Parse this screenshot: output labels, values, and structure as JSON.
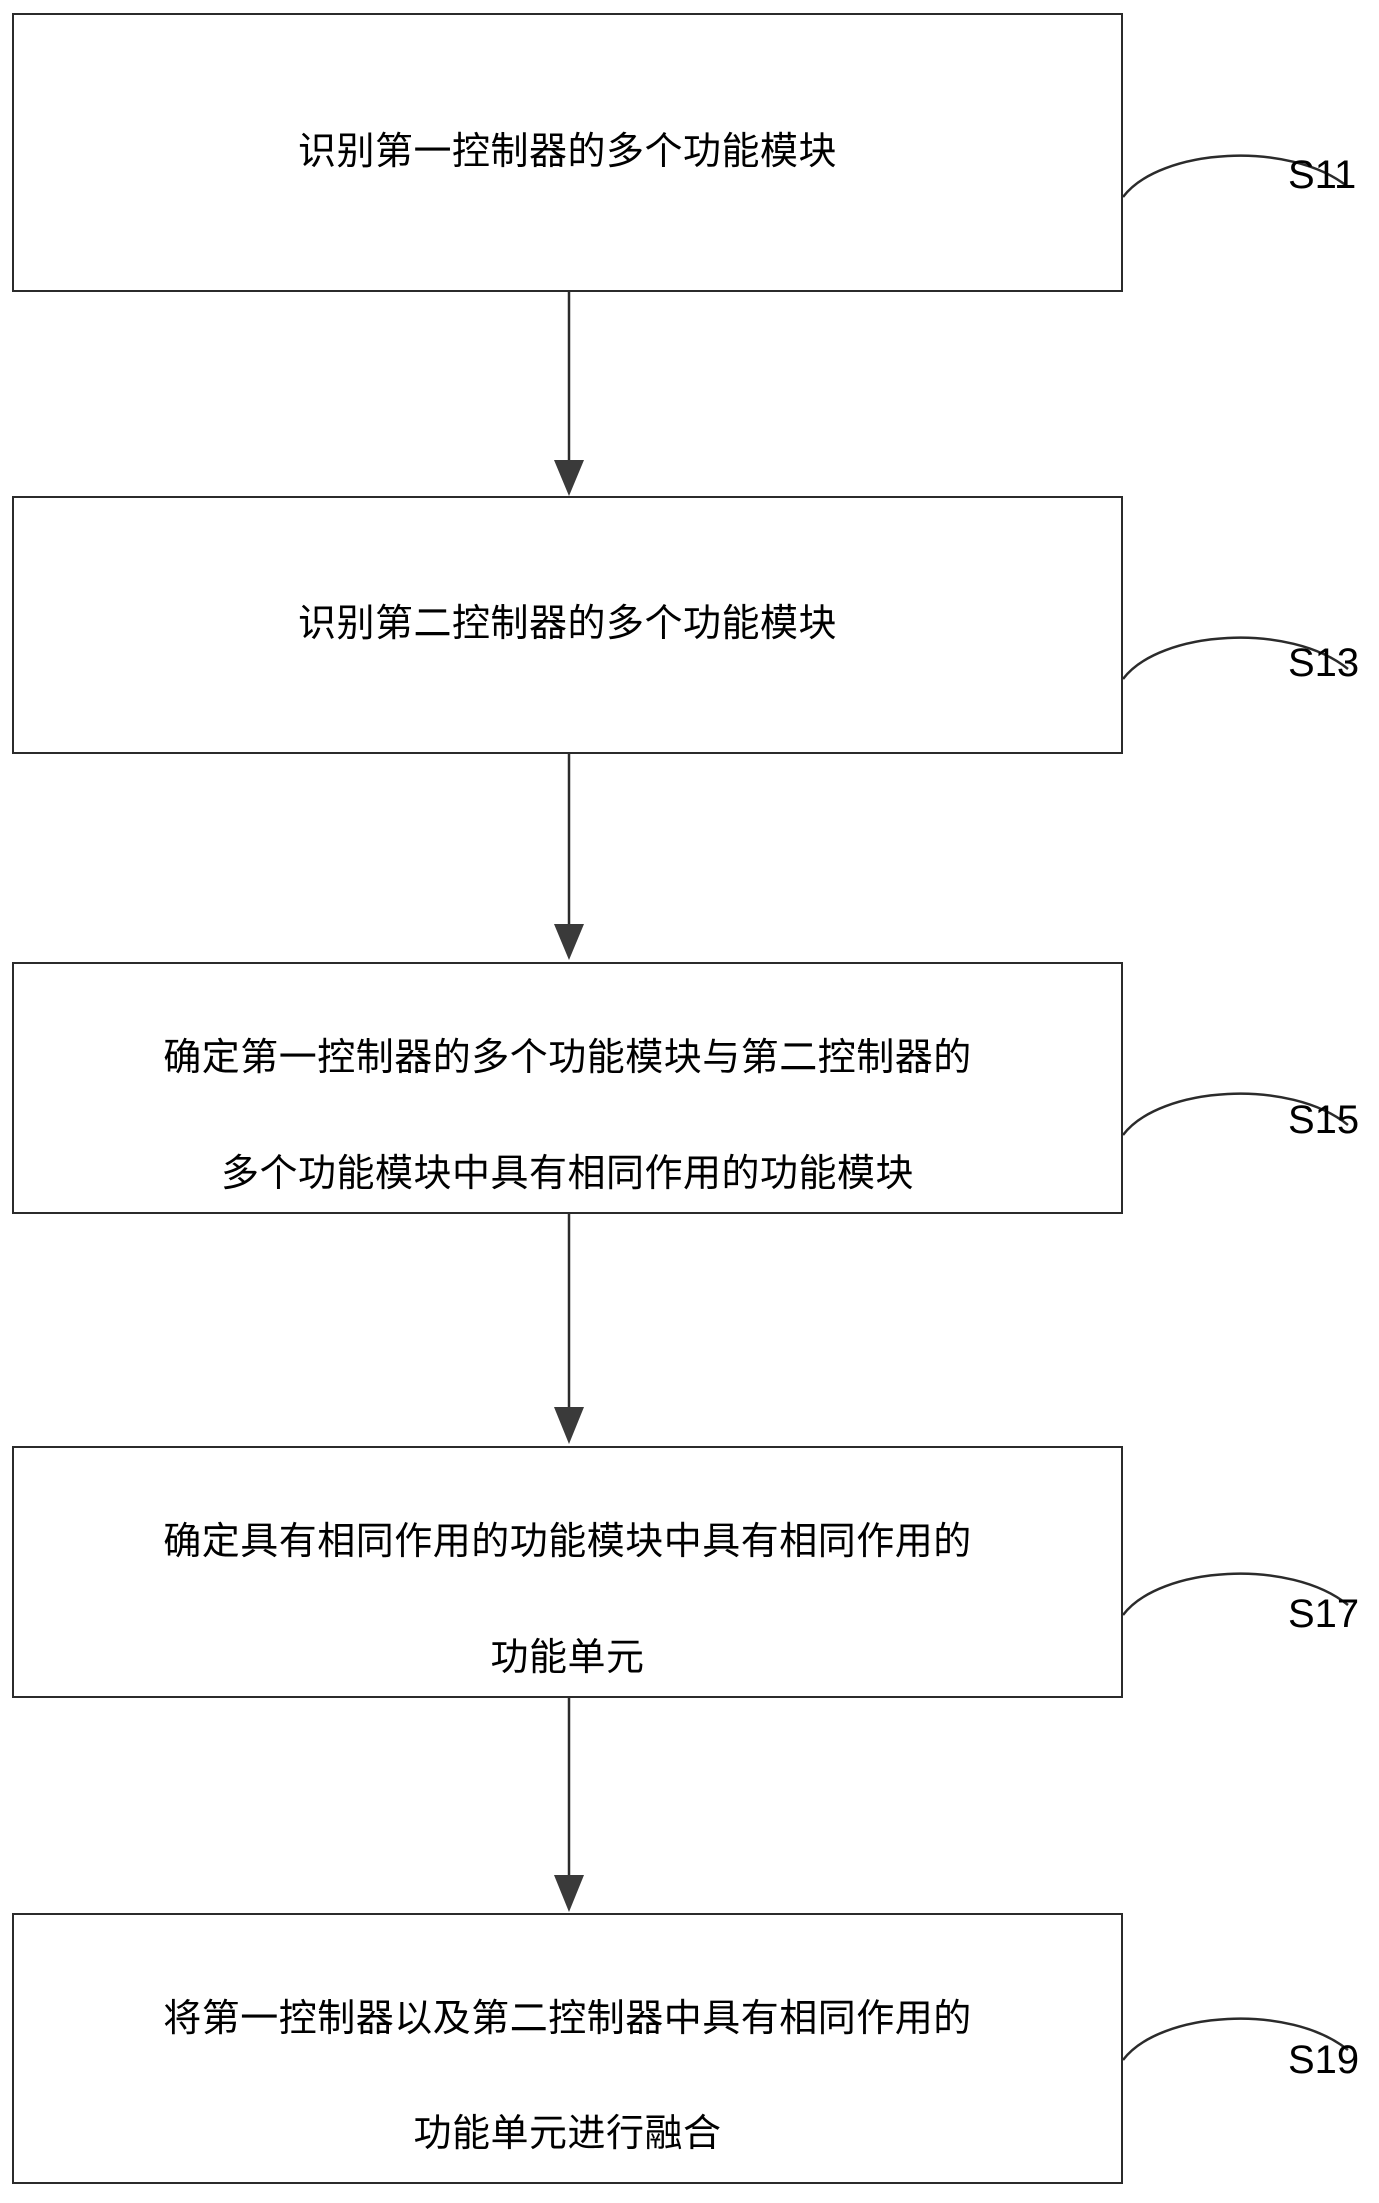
{
  "diagram": {
    "type": "flowchart",
    "orientation": "vertical",
    "figure_language": "zh-CN",
    "line_color": "#2b2b2b",
    "text_color": "#000000",
    "background_color": "#ffffff",
    "steps": [
      {
        "id": "S11",
        "label": "S11",
        "text": "识别第一控制器的多个功能模块",
        "lines": [
          "识别第一控制器的多个功能模块"
        ]
      },
      {
        "id": "S13",
        "label": "S13",
        "text": "识别第二控制器的多个功能模块",
        "lines": [
          "识别第二控制器的多个功能模块"
        ]
      },
      {
        "id": "S15",
        "label": "S15",
        "text": "确定第一控制器的多个功能模块与第二控制器的多个功能模块中具有相同作用的功能模块",
        "lines": [
          "确定第一控制器的多个功能模块与第二控制器的",
          "多个功能模块中具有相同作用的功能模块"
        ]
      },
      {
        "id": "S17",
        "label": "S17",
        "text": "确定具有相同作用的功能模块中具有相同作用的功能单元",
        "lines": [
          "确定具有相同作用的功能模块中具有相同作用的",
          "功能单元"
        ]
      },
      {
        "id": "S19",
        "label": "S19",
        "text": "将第一控制器以及第二控制器中具有相同作用的功能单元进行融合",
        "lines": [
          "将第一控制器以及第二控制器中具有相同作用的",
          "功能单元进行融合"
        ]
      }
    ],
    "connectors": [
      {
        "from": "S11",
        "to": "S13",
        "arrow": "down-arrow"
      },
      {
        "from": "S13",
        "to": "S15",
        "arrow": "down-arrow"
      },
      {
        "from": "S15",
        "to": "S17",
        "arrow": "down-arrow"
      },
      {
        "from": "S17",
        "to": "S19",
        "arrow": "down-arrow"
      }
    ]
  }
}
